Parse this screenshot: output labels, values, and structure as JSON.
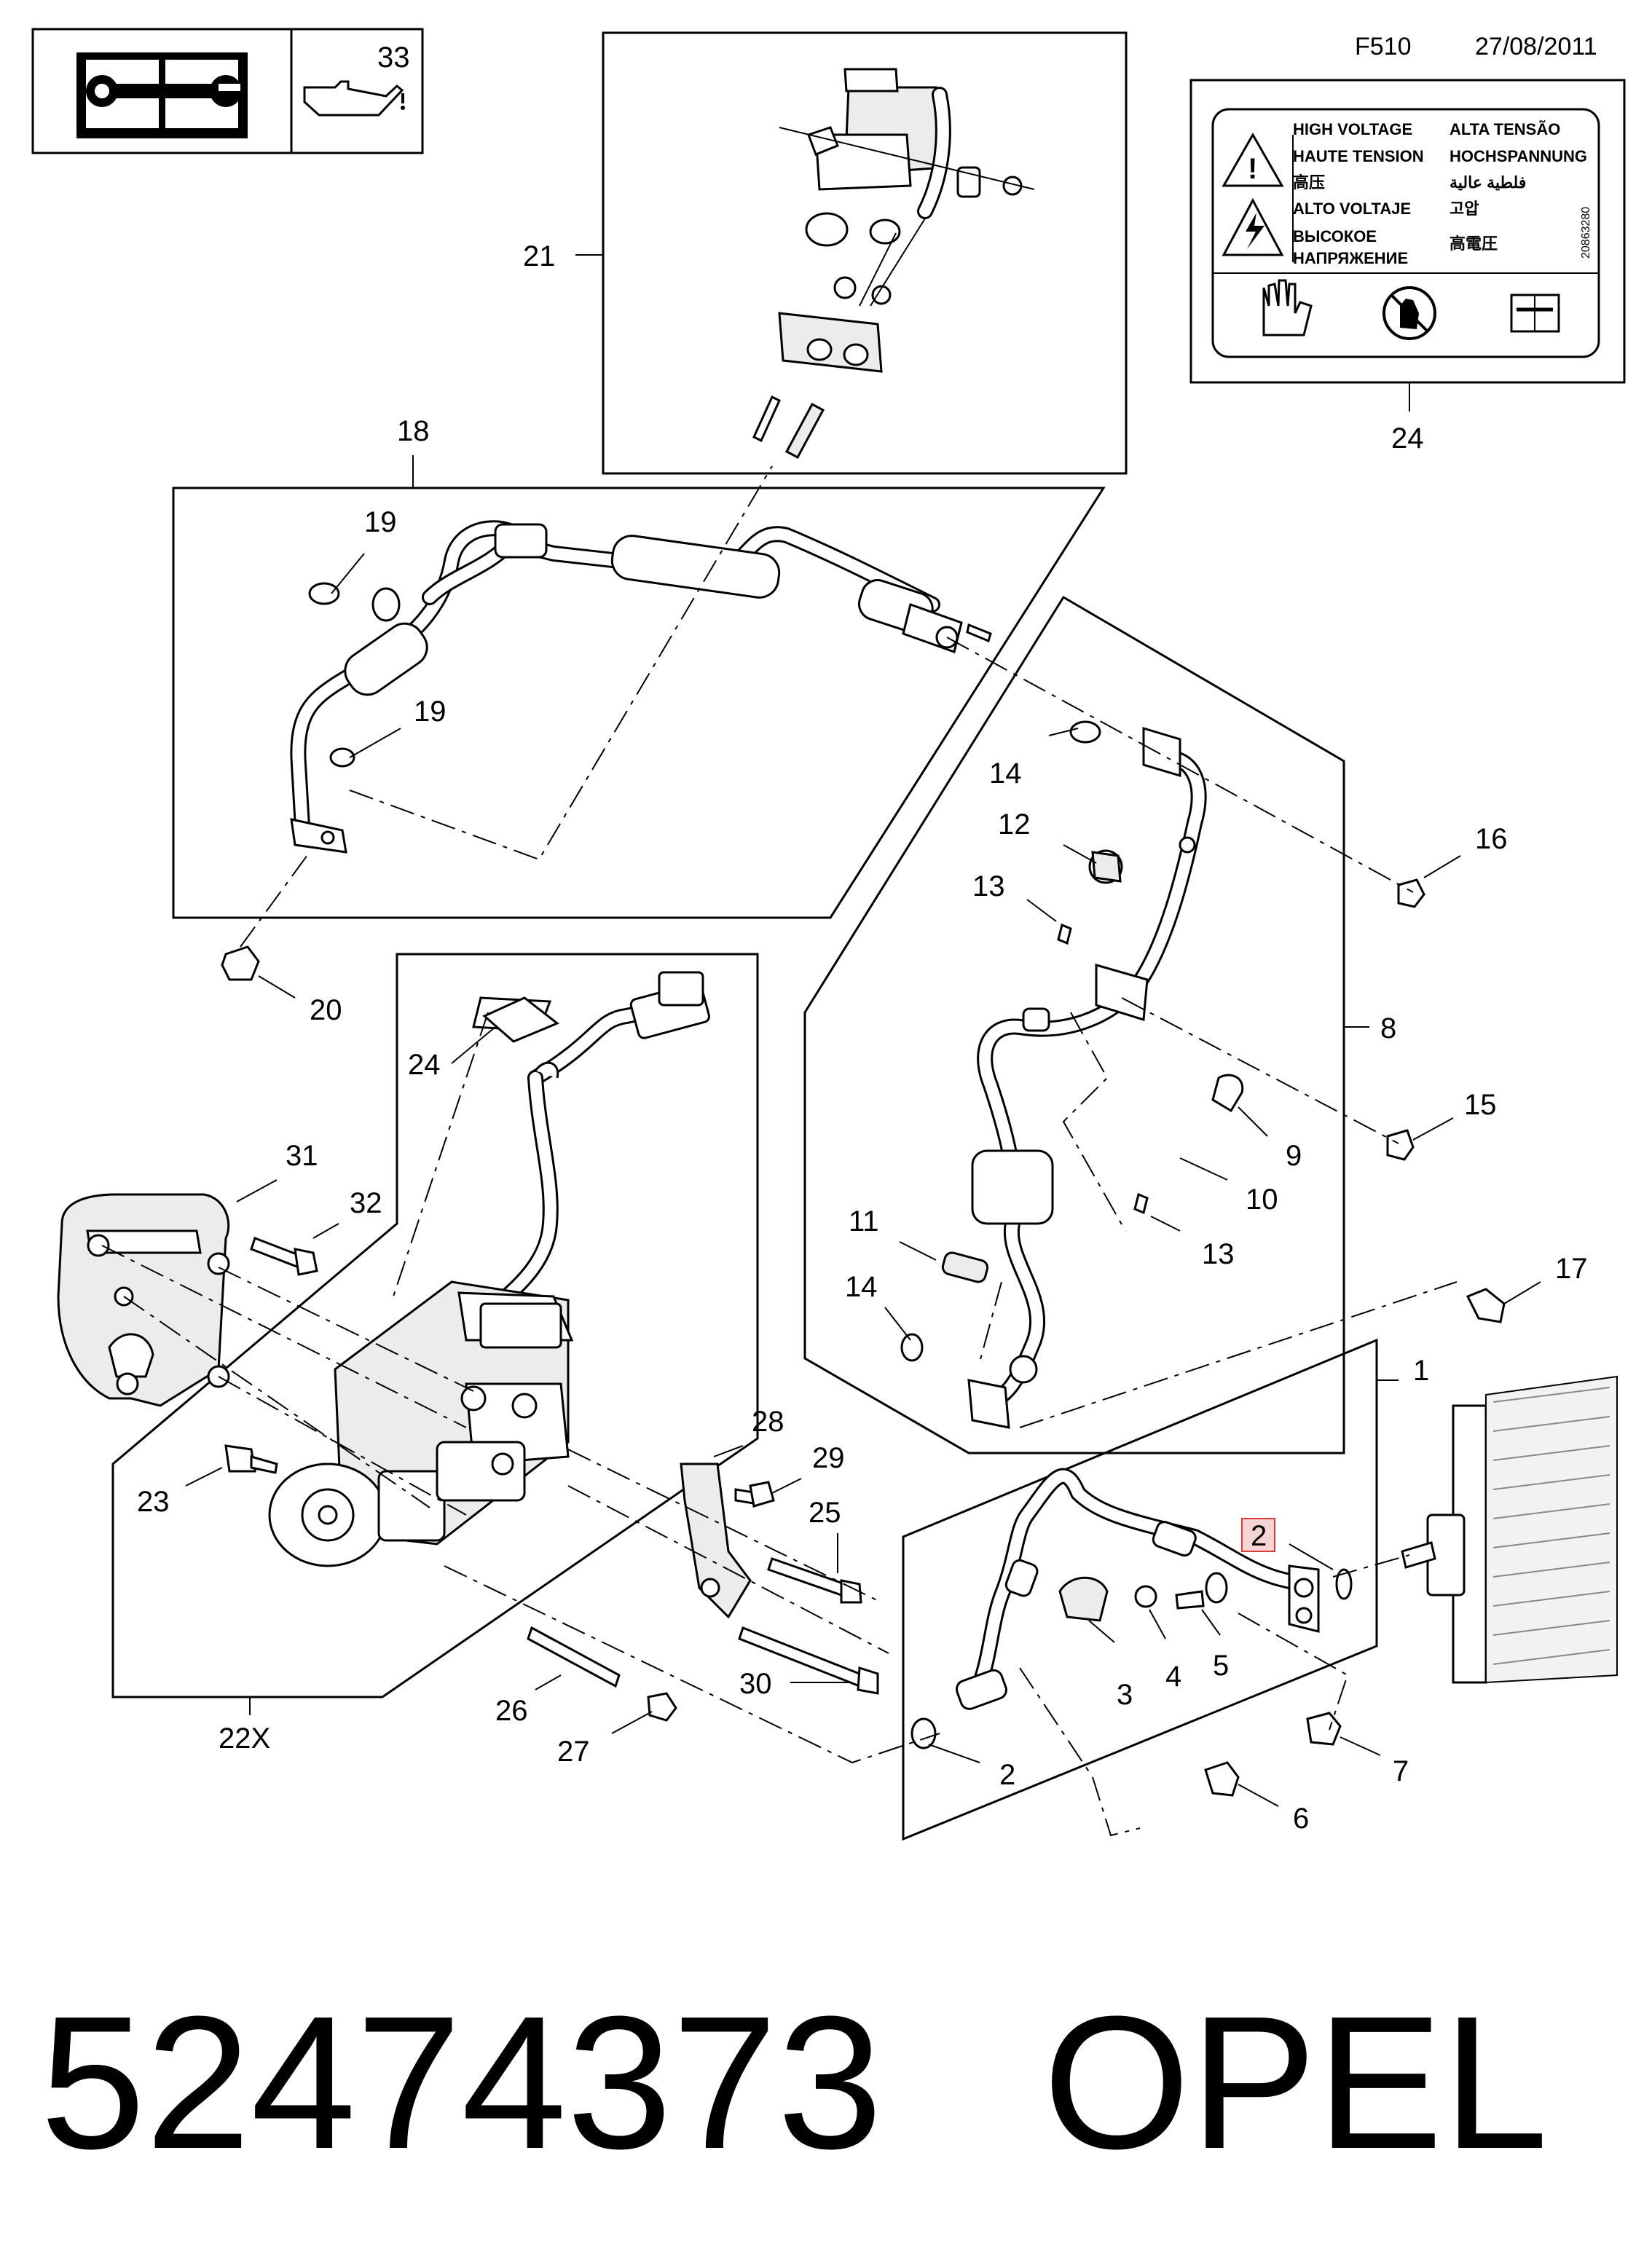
{
  "header": {
    "code": "F510",
    "date": "27/08/2011"
  },
  "icon_box": {
    "oil_label": "33"
  },
  "warning_label": {
    "col1": [
      "HIGH VOLTAGE",
      "HAUTE TENSION",
      "高压",
      "ALTO VOLTAJE",
      "ВЫСОКОЕ",
      "НАПРЯЖЕНИЕ"
    ],
    "col2": [
      "ALTA TENSÃO",
      "HOCHSPANNUNG",
      "فلطية عالية",
      "고압",
      "高電圧"
    ],
    "side_code": "20863280"
  },
  "callouts": {
    "c1": "1",
    "c2a": "2",
    "c2b": "2",
    "c3": "3",
    "c4": "4",
    "c5": "5",
    "c6": "6",
    "c7": "7",
    "c8": "8",
    "c9": "9",
    "c10": "10",
    "c11": "11",
    "c12": "12",
    "c13a": "13",
    "c13b": "13",
    "c14a": "14",
    "c14b": "14",
    "c15": "15",
    "c16": "16",
    "c17": "17",
    "c18": "18",
    "c19a": "19",
    "c19b": "19",
    "c20": "20",
    "c21": "21",
    "c22x": "22X",
    "c23": "23",
    "c24a": "24",
    "c24b": "24",
    "c25": "25",
    "c26": "26",
    "c27": "27",
    "c28": "28",
    "c29": "29",
    "c30": "30",
    "c31": "31",
    "c32": "32"
  },
  "highlighted_callout": "2",
  "colors": {
    "highlight_fill": "#f7d4d4",
    "highlight_stroke": "#d83a3a"
  },
  "footer": {
    "part_number": "52474373",
    "brand": "OPEL"
  }
}
